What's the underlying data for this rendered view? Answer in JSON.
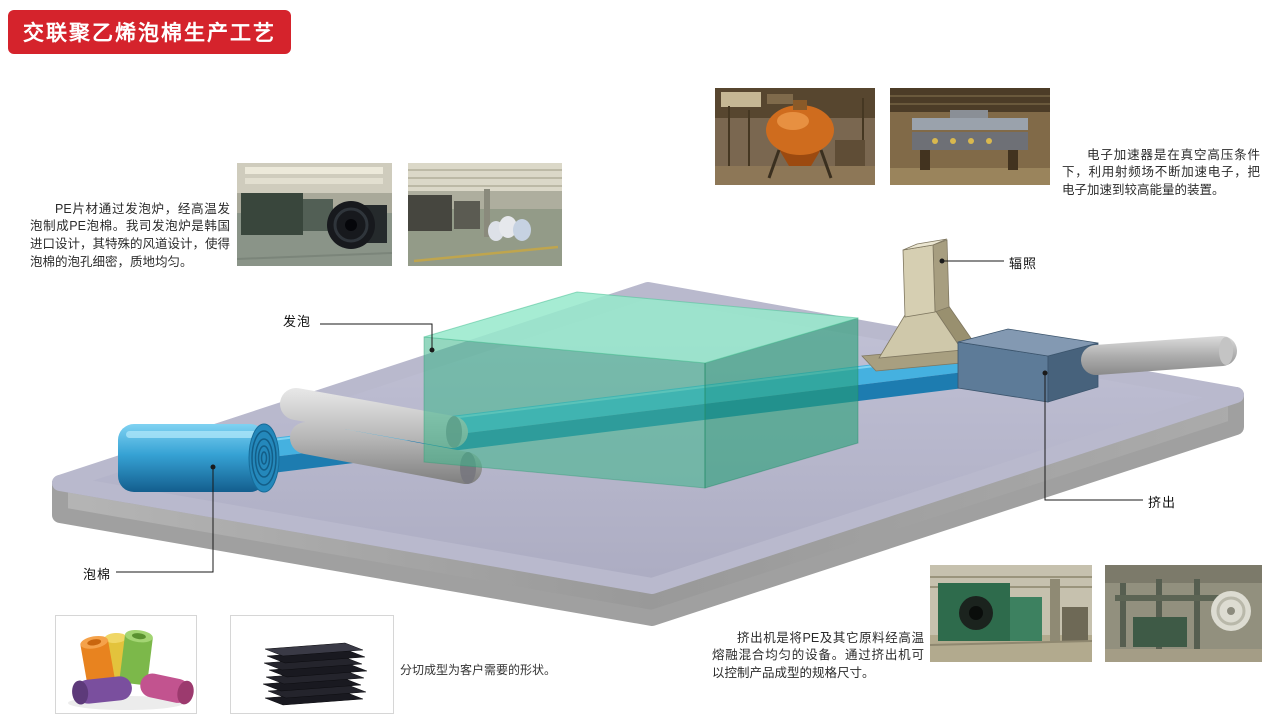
{
  "title": "交联聚乙烯泡棉生产工艺",
  "labels": {
    "foaming": "发泡",
    "irradiation": "辐照",
    "extrusion": "挤出",
    "foam": "泡棉"
  },
  "paragraphs": {
    "pe_foaming": "PE片材通过发泡炉，经高温发泡制成PE泡棉。我司发泡炉是韩国进口设计，其特殊的风道设计，使得泡棉的泡孔细密，质地均匀。",
    "accelerator": "电子加速器是在真空高压条件下，利用射频场不断加速电子，把电子加速到较高能量的装置。",
    "extruder": "挤出机是将PE及其它原料经高温熔融混合均匀的设备。通过挤出机可以控制产品成型的规格尺寸。",
    "cutting": "分切成型为客户需要的形状。"
  },
  "photos": [
    "mixer-tank-photo",
    "accelerator-hall-photo",
    "foam-line-photo-1",
    "foam-line-photo-2",
    "foam-rolls-photo",
    "foam-sheets-photo",
    "extruder-photo-1",
    "extruder-photo-2"
  ],
  "colors": {
    "banner_red": "#d5232c",
    "platform_top": "#b9b9cd",
    "platform_side": "#a2a2a2",
    "sheet_blue": "#45b1e0",
    "foam_roll_blue": "#36a2d4",
    "foam_box_green": "#3cb78b",
    "irradiator_khaki": "#cfc8aa",
    "extruder_steel_blue": "#5d7b98",
    "roller_gray": "#b9b9b9",
    "pipe_gray": "#adadad"
  }
}
